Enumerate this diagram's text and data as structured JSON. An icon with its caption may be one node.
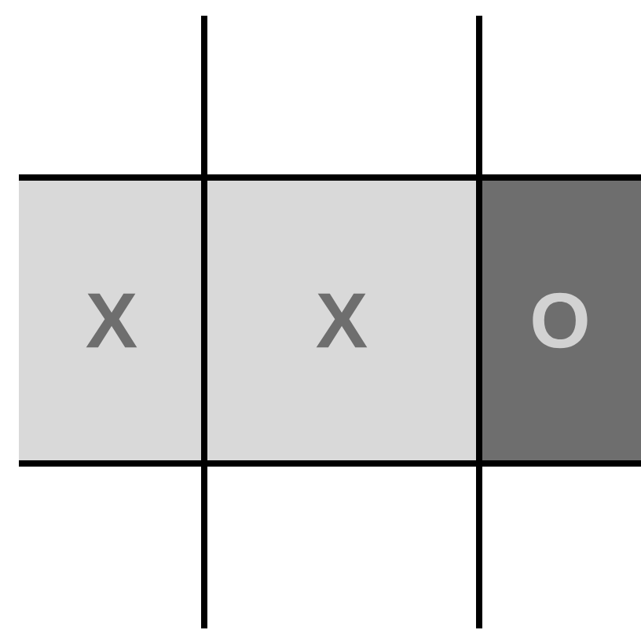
{
  "diagram": {
    "nodes": [
      {
        "text": [
          "X"
        ]
      },
      {
        "text": [
          "X"
        ]
      },
      {
        "text": [
          "O"
        ]
      }
    ]
  }
}
